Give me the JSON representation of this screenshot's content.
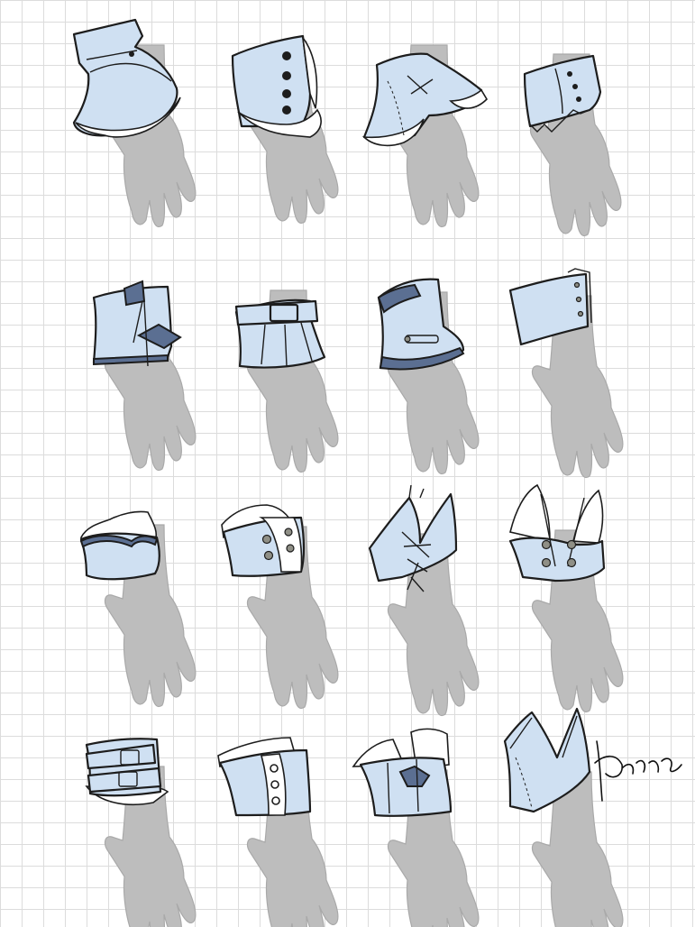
{
  "sheet": {
    "colors": {
      "background": "#ffffff",
      "grid": "#dcdcdc",
      "hand": "#bdbdbd",
      "cuff_fill": "#cfe0f2",
      "cuff_trim": "#5b6f92",
      "ink": "#1d1d1d"
    },
    "designs": [
      {
        "name": "cuff-ruffled-peplum"
      },
      {
        "name": "cuff-buttoned-ruffle"
      },
      {
        "name": "cuff-winged-ruffle-lace"
      },
      {
        "name": "cuff-scalloped-pointed"
      },
      {
        "name": "cuff-double-bow"
      },
      {
        "name": "cuff-buckle-strap-flare"
      },
      {
        "name": "cuff-collared-pin"
      },
      {
        "name": "cuff-plain-snap"
      },
      {
        "name": "cuff-ruffle-scalloped"
      },
      {
        "name": "cuff-lace-button-panel"
      },
      {
        "name": "cuff-corset-laced"
      },
      {
        "name": "cuff-winged-ruffle-buttons"
      },
      {
        "name": "cuff-double-buckle-ruffle"
      },
      {
        "name": "cuff-lace-eyelet-band"
      },
      {
        "name": "cuff-ruffle-bow-panels"
      },
      {
        "name": "cuff-pointed-wrap"
      }
    ],
    "signature": "Batsuka"
  }
}
